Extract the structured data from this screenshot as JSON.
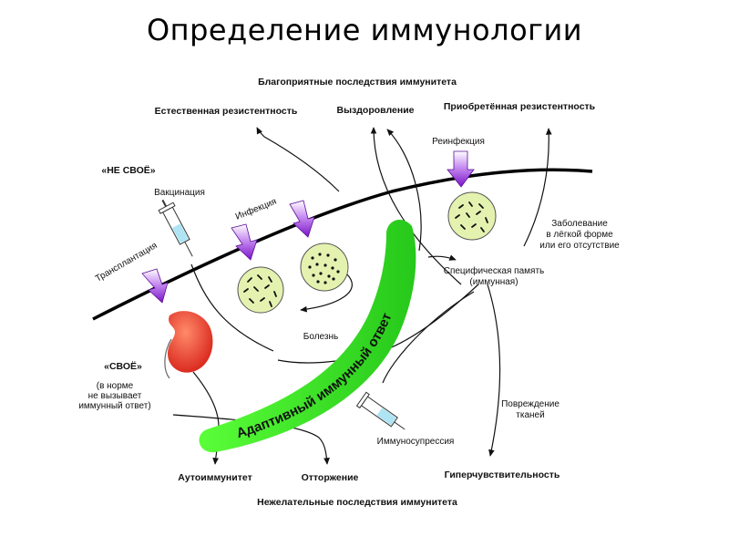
{
  "title": "Определение иммунологии",
  "header": "Благоприятные последствия иммунитета",
  "footer": "Нежелательные последствия иммунитета",
  "outcomes_top": {
    "natural": "Естественная резистентность",
    "recovery": "Выздоровление",
    "acquired": "Приобретённая резистентность"
  },
  "outcomes_bottom": {
    "autoimmunity": "Аутоиммунитет",
    "rejection": "Отторжение",
    "hypersensitivity": "Гиперчувствительность"
  },
  "categories": {
    "not_self": "«НЕ СВОЁ»",
    "self": "«СВОЁ»",
    "self_note": [
      "(в норме",
      "не вызывает",
      "иммунный ответ)"
    ]
  },
  "entry_labels": {
    "vaccination": "Вакцинация",
    "infection": "Инфекция",
    "transplantation": "Трансплантация",
    "reinfection": "Реинфекция"
  },
  "process_labels": {
    "disease": "Болезнь",
    "memory": [
      "Специфическая память",
      "(иммунная)"
    ],
    "mild_disease": [
      "Заболевание",
      "в лёгкой форме",
      "или его отсутствие"
    ],
    "tissue_damage": [
      "Повреждение",
      "тканей"
    ],
    "immunosuppression": "Иммуносупрессия"
  },
  "band_label": "Адаптивный иммунный ответ",
  "colors": {
    "entry_arrow": "#8a1fd6",
    "band": "#33dd22",
    "organ": "#e63a2a",
    "cell": "#e4f2b0"
  }
}
